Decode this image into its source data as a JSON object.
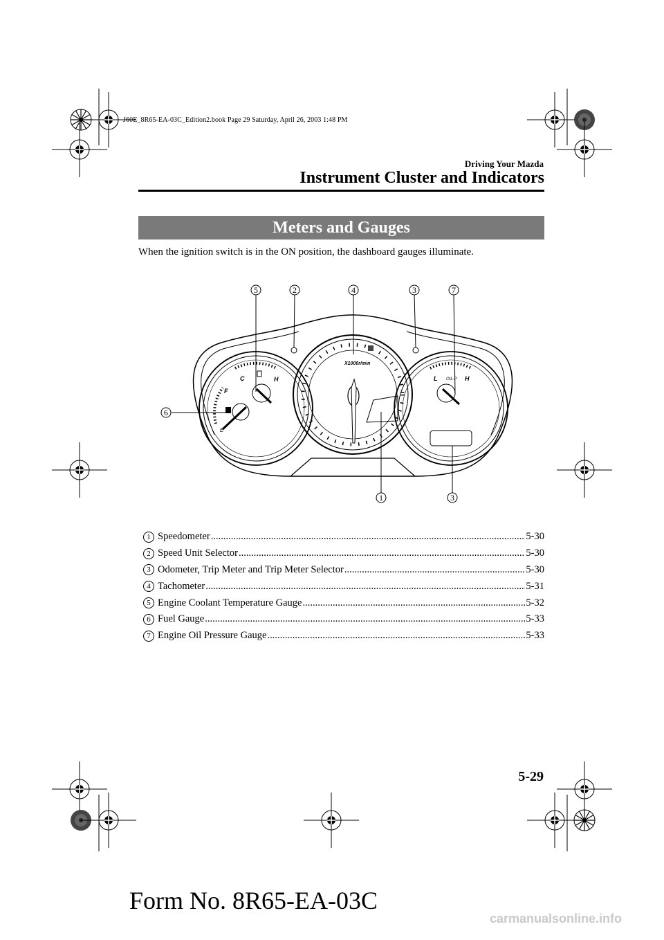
{
  "printer_line": "J60E_8R65-EA-03C_Edition2.book  Page 29  Saturday, April 26, 2003  1:48 PM",
  "section_label": "Driving Your Mazda",
  "page_header": "Instrument Cluster and Indicators",
  "banner_title": "Meters and Gauges",
  "intro_text": "When the ignition switch is in the ON position, the dashboard gauges illuminate.",
  "diagram": {
    "top_callouts": [
      "5",
      "2",
      "4",
      "3",
      "7"
    ],
    "left_callout": "6",
    "bottom_callouts": [
      "1",
      "3"
    ],
    "tach_unit": "X1000r/min",
    "temp_cold": "C",
    "temp_hot": "H",
    "fuel_full": "F",
    "fuel_empty": "E",
    "oil_low": "L",
    "oil_high": "H",
    "oil_symbol": "OIL-P"
  },
  "items": [
    {
      "num": "1",
      "label": "Speedometer",
      "page": "5-30"
    },
    {
      "num": "2",
      "label": "Speed Unit Selector",
      "page": "5-30"
    },
    {
      "num": "3",
      "label": "Odometer, Trip Meter and Trip Meter Selector",
      "page": "5-30"
    },
    {
      "num": "4",
      "label": "Tachometer",
      "page": "5-31"
    },
    {
      "num": "5",
      "label": "Engine Coolant Temperature Gauge",
      "page": " 5-32"
    },
    {
      "num": "6",
      "label": "Fuel Gauge",
      "page": "5-33"
    },
    {
      "num": "7",
      "label": "Engine Oil Pressure Gauge",
      "page": "5-33"
    }
  ],
  "page_number": "5-29",
  "form_number": "Form No. 8R65-EA-03C",
  "watermark": "carmanualsonline.info"
}
